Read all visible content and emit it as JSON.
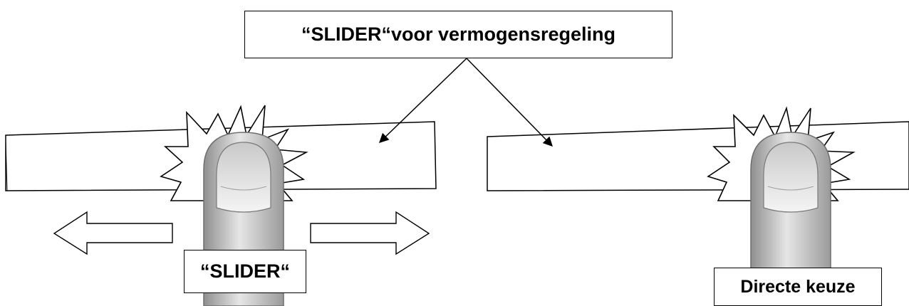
{
  "labels": {
    "title": "“SLIDER“voor vermogensregeling",
    "slider": "“SLIDER“",
    "direct_choice": "Directe keuze"
  },
  "colors": {
    "outline": "#000000",
    "finger_dark": "#8f8f8f",
    "finger_mid": "#bdbdbd",
    "finger_light": "#e6e6e6",
    "nail": "#d8d8d8",
    "background": "#ffffff"
  },
  "icons": [
    "finger-icon",
    "touch-burst-icon",
    "arrow-left-icon",
    "arrow-right-icon"
  ]
}
